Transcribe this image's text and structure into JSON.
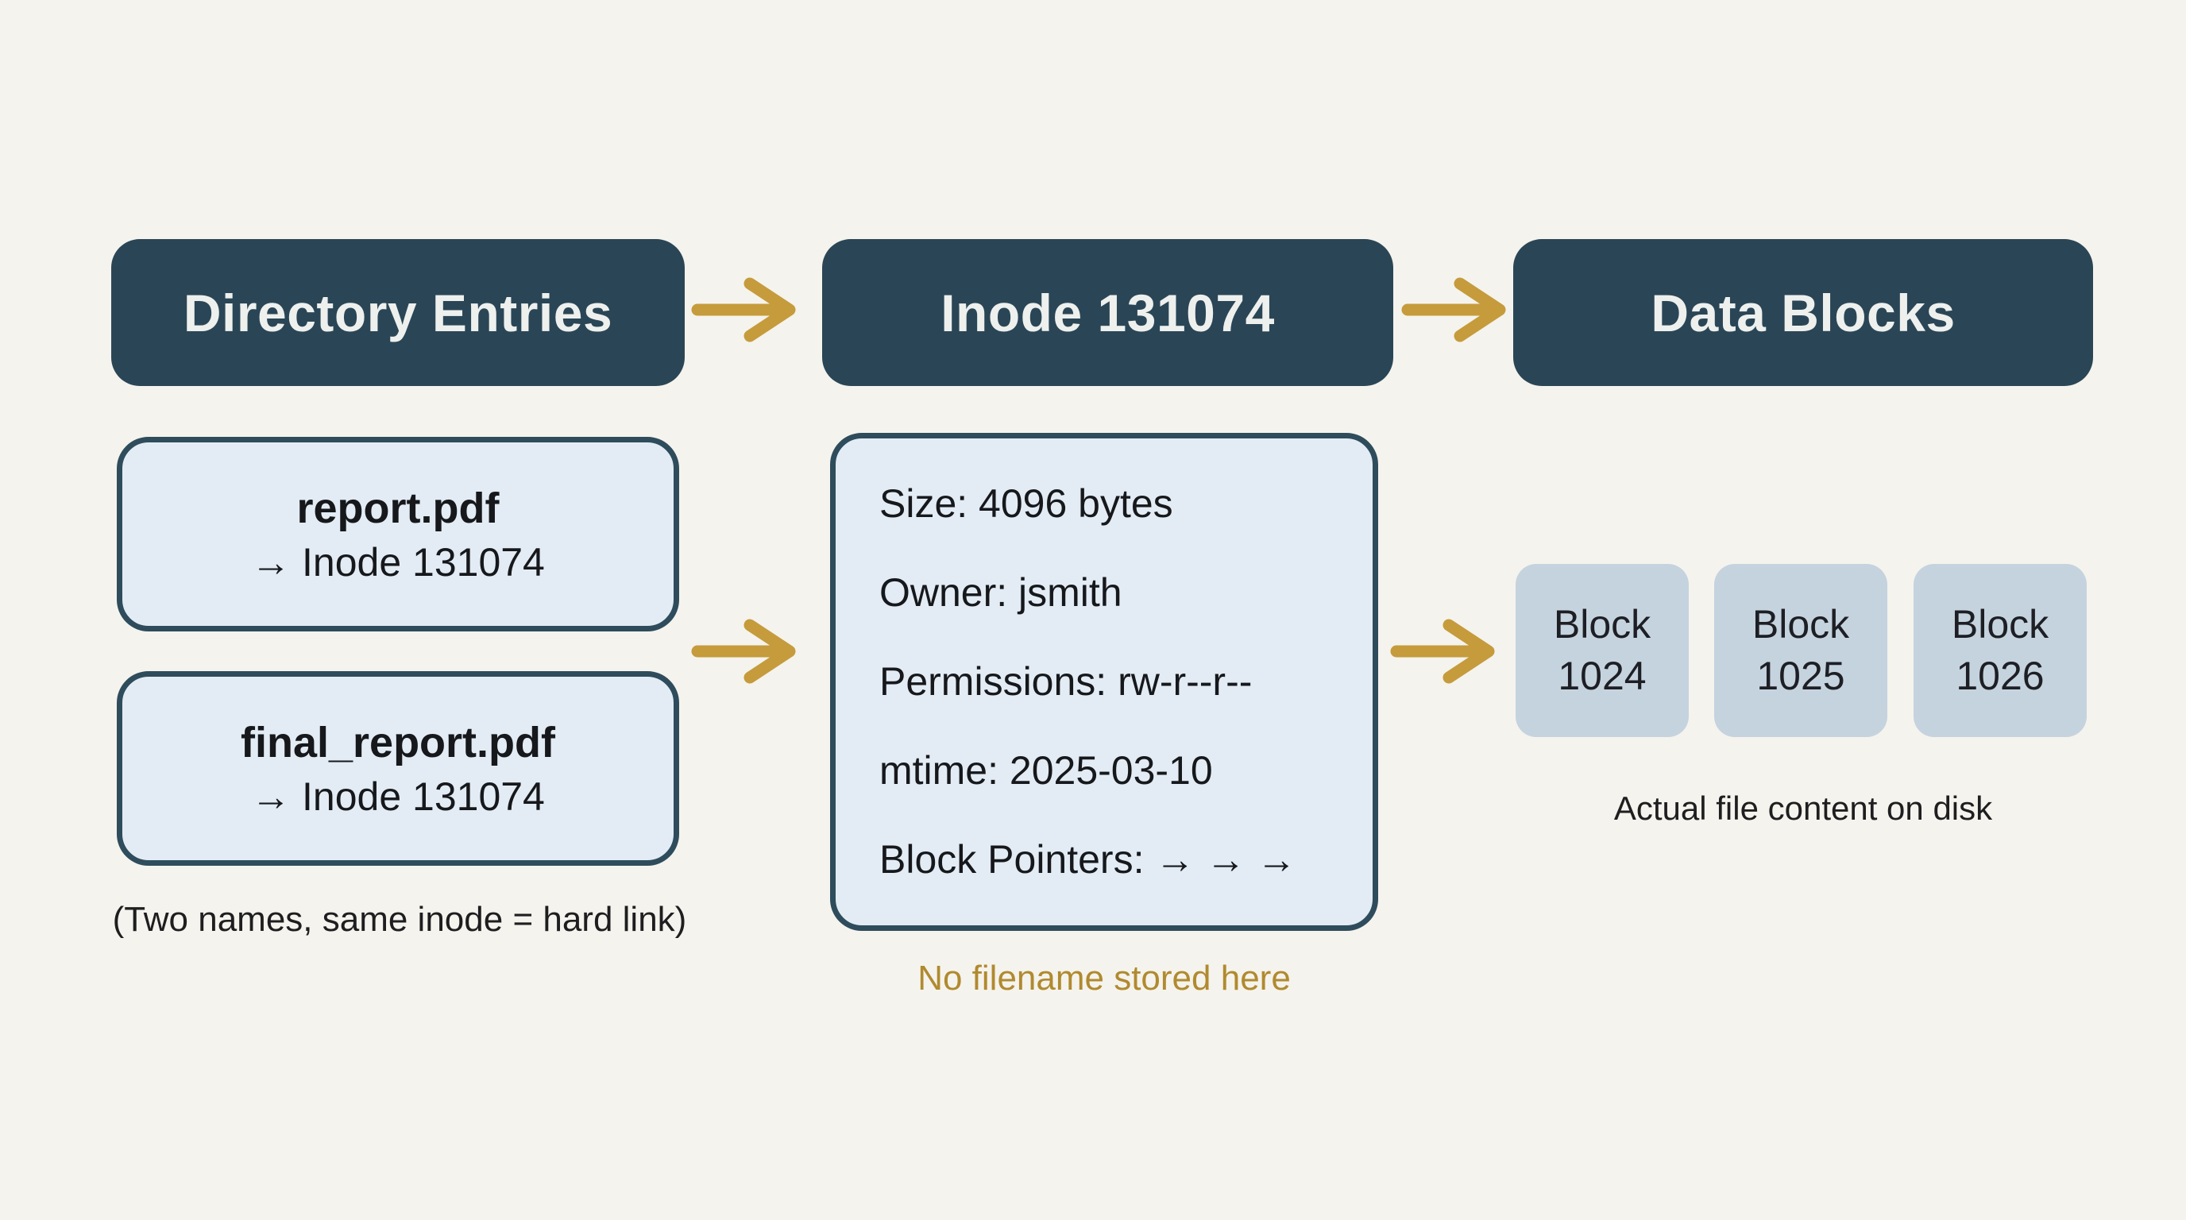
{
  "colors": {
    "background": "#f5f3ed",
    "header_bg": "#2a4656",
    "header_text": "#eef0ee",
    "card_bg": "#e3ecf4",
    "card_border": "#2e4c5c",
    "block_bg": "#c5d3df",
    "arrow_gold": "#c59b3c",
    "caption_gold": "#b08a2f",
    "text_dark": "#1e1e20"
  },
  "headers": {
    "directory": "Directory Entries",
    "inode": "Inode 131074",
    "data_blocks": "Data Blocks"
  },
  "directory": {
    "entries": [
      {
        "name": "report.pdf",
        "pointer": "→ Inode 131074"
      },
      {
        "name": "final_report.pdf",
        "pointer": "→ Inode 131074"
      }
    ],
    "caption": "(Two names, same inode = hard link)"
  },
  "inode": {
    "fields": [
      "Size: 4096 bytes",
      "Owner: jsmith",
      "Permissions: rw-r--r--",
      "mtime: 2025-03-10",
      "Block Pointers: → → →"
    ],
    "caption": "No filename stored here"
  },
  "data_blocks": {
    "blocks": [
      {
        "label": "Block",
        "number": "1024"
      },
      {
        "label": "Block",
        "number": "1025"
      },
      {
        "label": "Block",
        "number": "1026"
      }
    ],
    "caption": "Actual file content on disk"
  }
}
